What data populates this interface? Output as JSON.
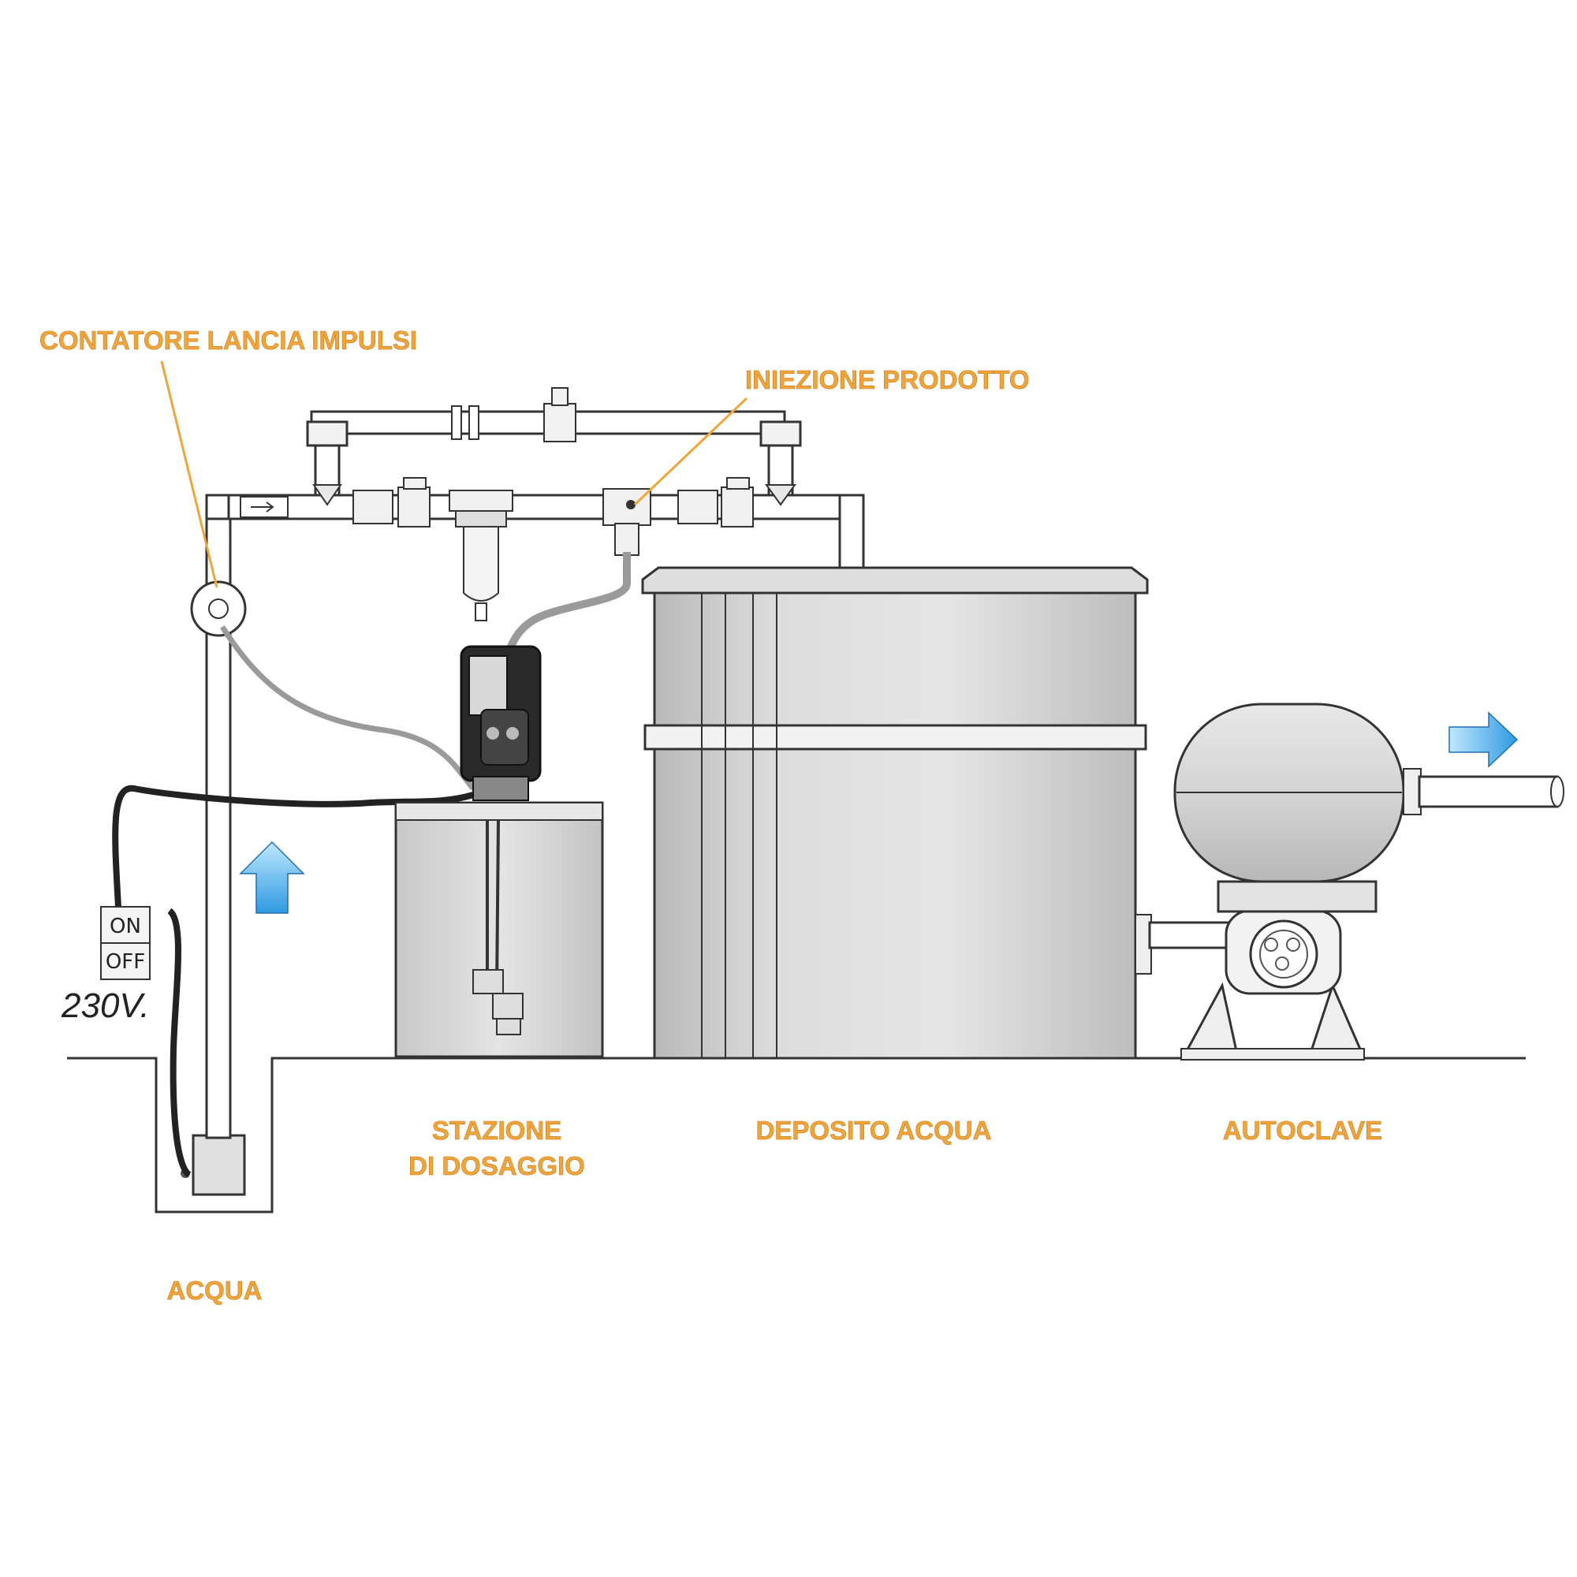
{
  "labels": {
    "counter": "CONTATORE LANCIA IMPULSI",
    "injection": "INIEZIONE PRODOTTO",
    "water": "ACQUA",
    "dosing_line1": "STAZIONE",
    "dosing_line2": "DI DOSAGGIO",
    "tank": "DEPOSITO ACQUA",
    "autoclave": "AUTOCLAVE"
  },
  "switch": {
    "on": "ON",
    "off": "OFF",
    "voltage": "230V."
  },
  "colors": {
    "label": "#f0a53a",
    "arrow": "#2f9ae0",
    "leader": "#f0a53a"
  },
  "icons": [
    "flow-arrow-up-icon",
    "flow-arrow-right-icon"
  ]
}
